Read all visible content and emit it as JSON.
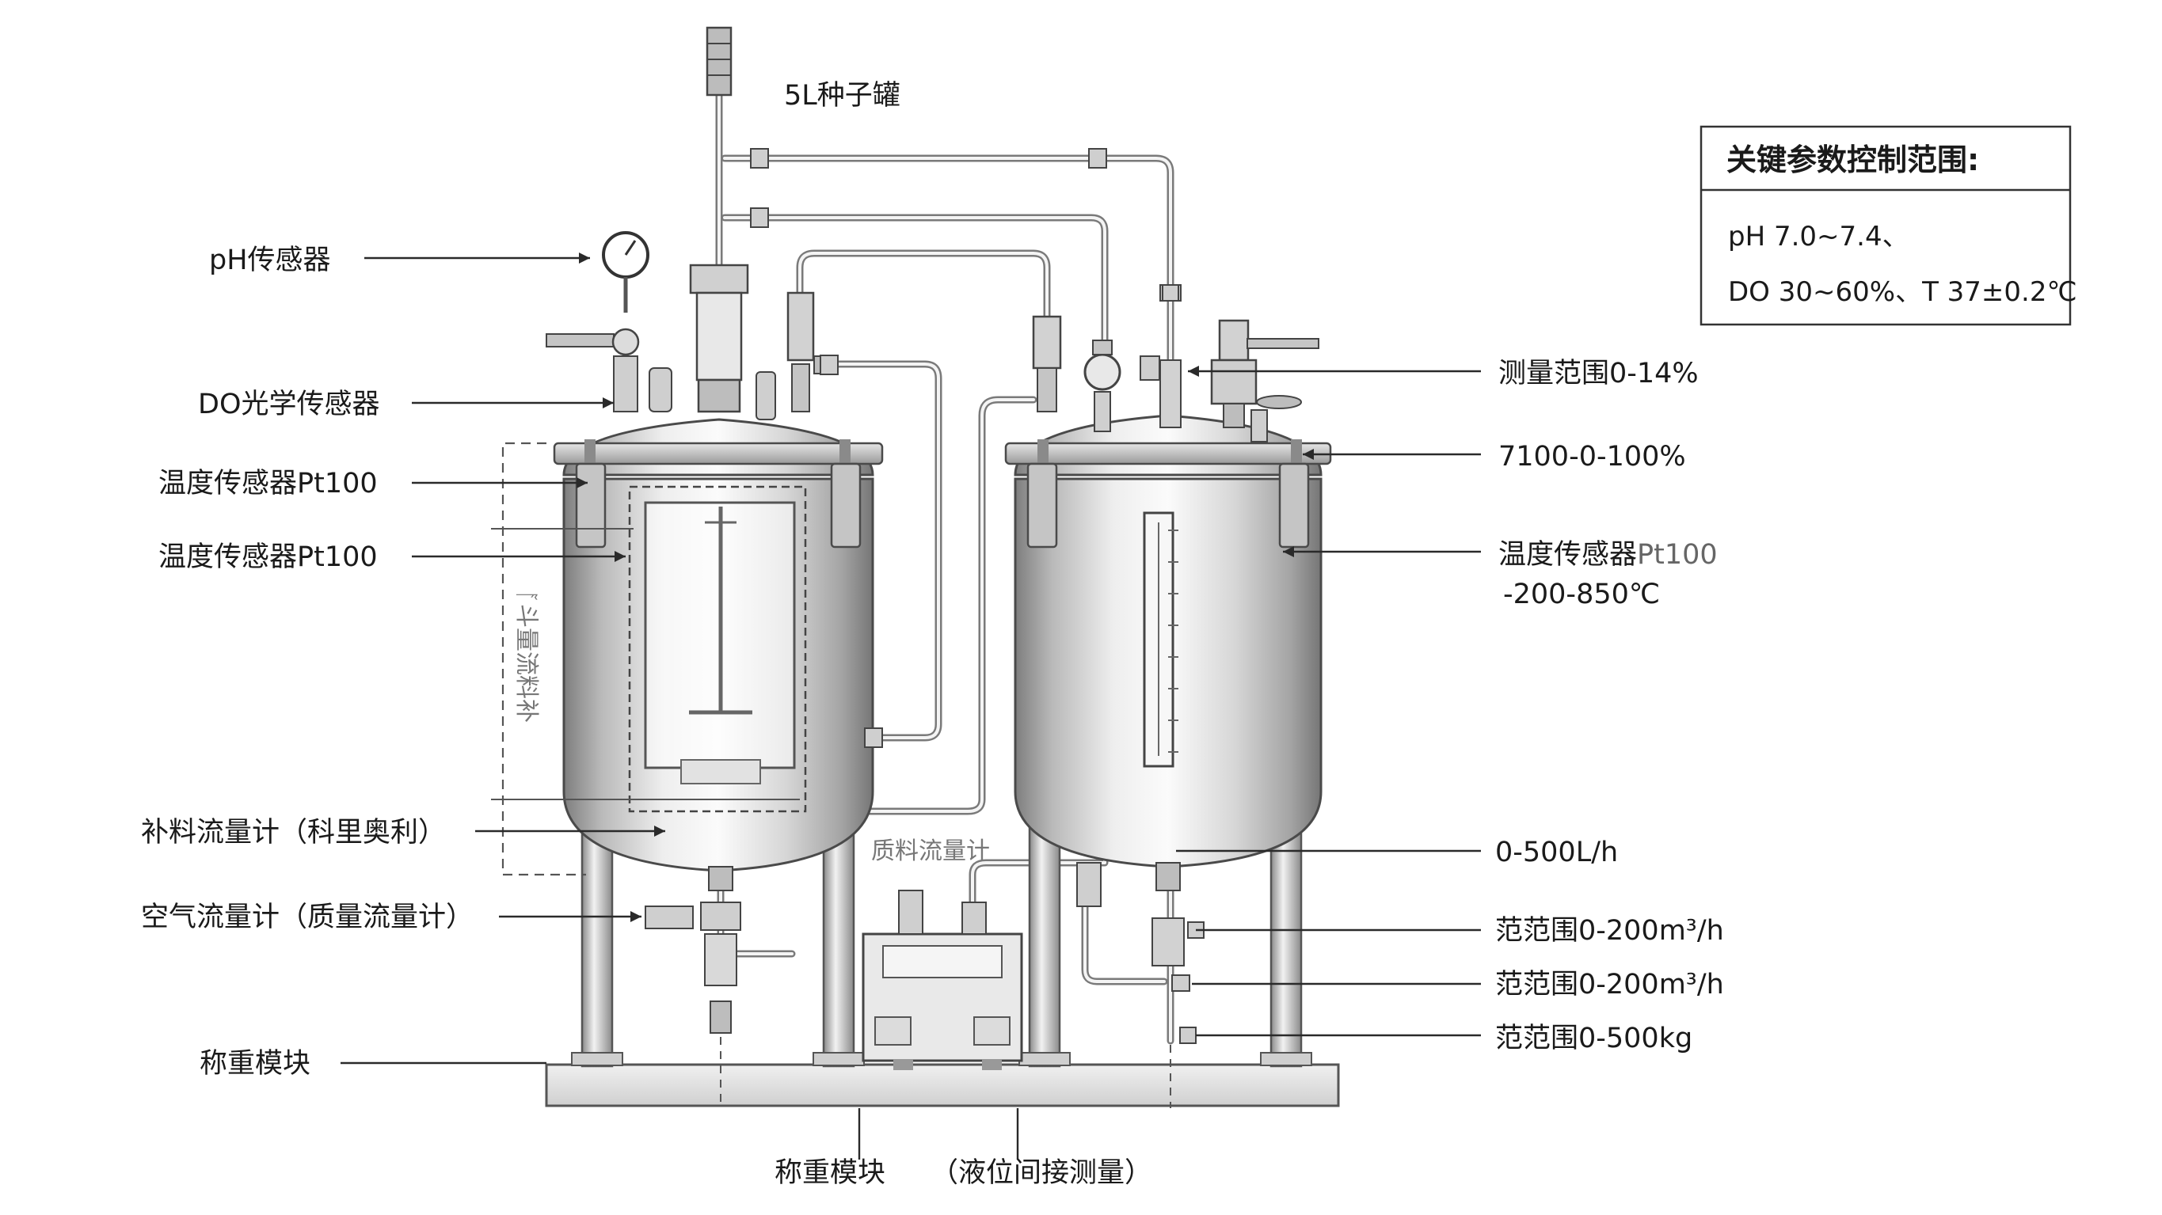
{
  "title": "5L种子罐",
  "params_box": {
    "title": "关键参数控制范围:",
    "line1": "pH  7.0~7.4、",
    "line2": "DO  30~60%、T 37±0.2℃"
  },
  "left_labels": {
    "ph_sensor": "pH传感器",
    "do_sensor": "DO光学传感器",
    "temp_sensor_1": "温度传感器Pt100",
    "temp_sensor_2": "温度传感器Pt100",
    "feed_flowmeter": "补料流量计（科里奥利）",
    "air_flowmeter": "空气流量计（质量流量计）",
    "weighing_module": "称重模块"
  },
  "right_labels": {
    "range_ph": "测量范围0-14%",
    "range_do": "7100-0-100%",
    "temp_sensor_name": "温度传感器",
    "temp_sensor_model": "Pt100",
    "temp_range": "-200-850℃",
    "range_flow": "0-500L/h",
    "range_air_1": "范范围0-200m³/h",
    "range_air_2": "范范围0-200m³/h",
    "range_weight": "范范围0-500kg"
  },
  "bottom_labels": {
    "weighing_module": "称重模块",
    "level_measurement": "（液位间接测量）"
  },
  "inline_labels": {
    "mass_flowmeter": "质料流量计",
    "vertical_mirrored": "ᚪ斗量流料补"
  }
}
